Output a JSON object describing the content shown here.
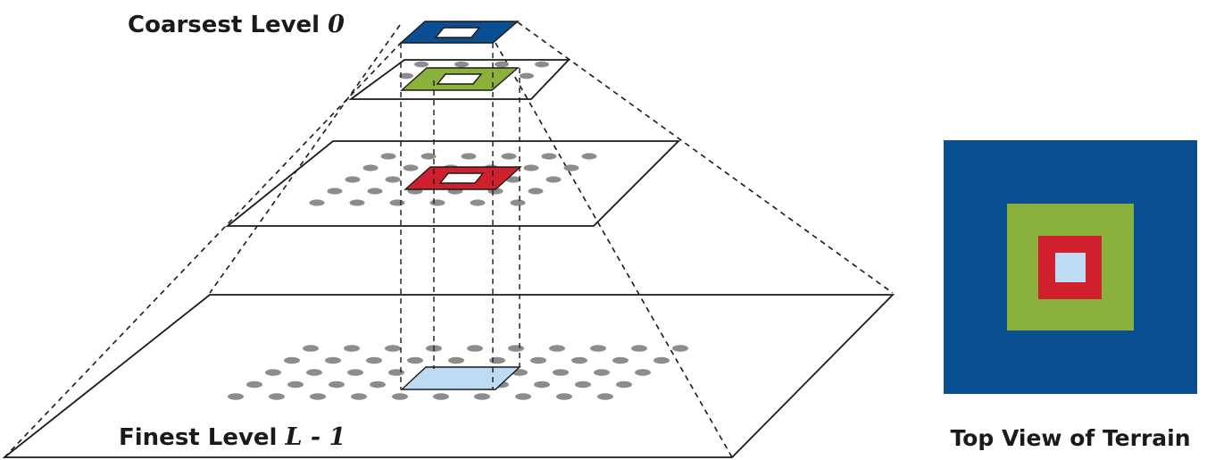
{
  "labels": {
    "coarsest_prefix": "Coarsest Level ",
    "coarsest_index": "0",
    "finest_prefix": "Finest Level ",
    "finest_index": "L - 1",
    "top_view": "Top View of Terrain"
  },
  "colors": {
    "level_0": "#0b4f93",
    "level_1": "#8bb13d",
    "level_2": "#d0202e",
    "finest": "#bddcf3",
    "grid_dot": "#8c8c8c",
    "outline": "#1a1a1a"
  }
}
